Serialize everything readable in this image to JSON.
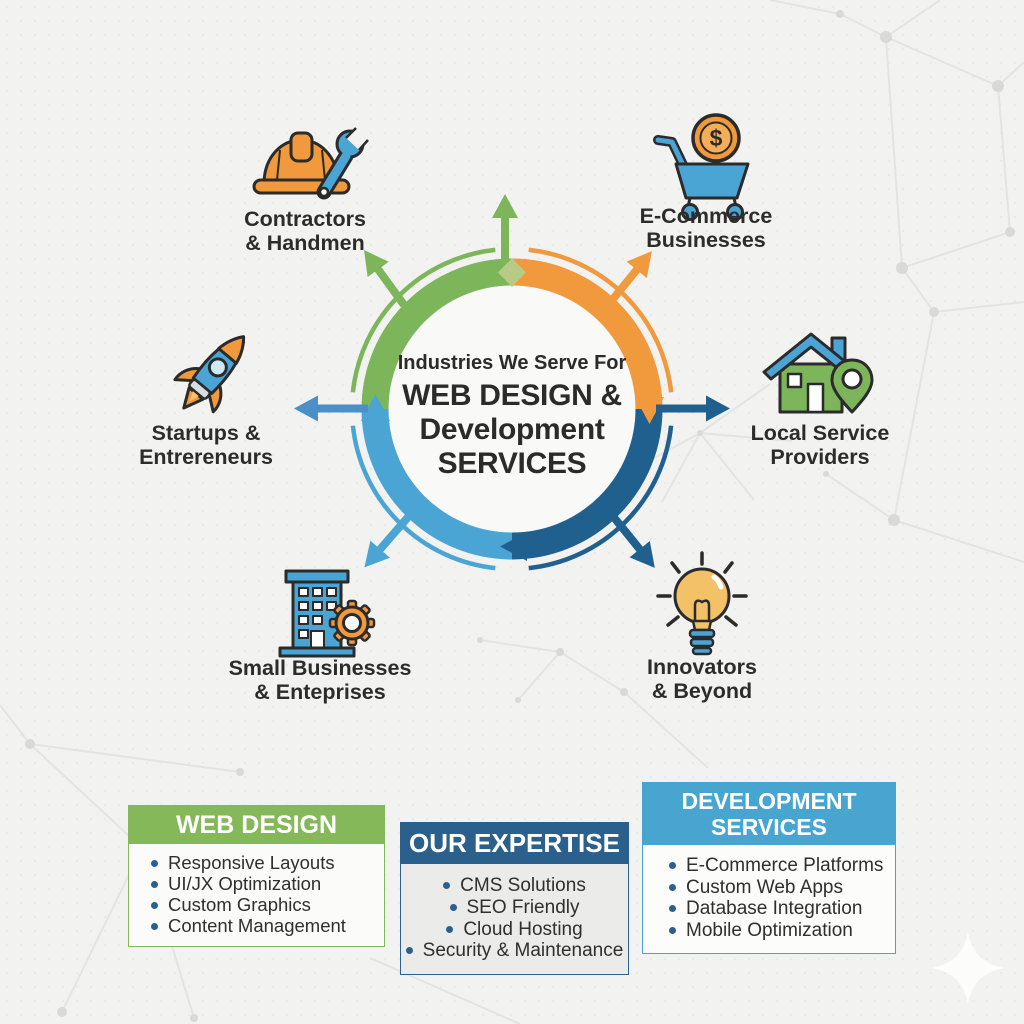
{
  "center": {
    "line1": "Industries We Serve For",
    "line2": "WEB DESIGN &",
    "line3": "Development",
    "line4": "SERVICES"
  },
  "industries": [
    {
      "id": "contractors",
      "icon": "hardhat-wrench-icon",
      "line1": "Contractors",
      "line2": "& Handmen"
    },
    {
      "id": "ecommerce",
      "icon": "shopping-cart-icon",
      "line1": "E-Commerce",
      "line2": "Businesses"
    },
    {
      "id": "startups",
      "icon": "rocket-icon",
      "line1": "Startups &",
      "line2": "Entrereneurs"
    },
    {
      "id": "local-service",
      "icon": "house-pin-icon",
      "line1": "Local Service",
      "line2": "Providers"
    },
    {
      "id": "small-businesses",
      "icon": "building-gear-icon",
      "line1": "Small Businesses",
      "line2": "& Enteprises"
    },
    {
      "id": "innovators",
      "icon": "lightbulb-icon",
      "line1": "Innovators",
      "line2": "& Beyond"
    }
  ],
  "boxes": [
    {
      "title": "WEB DESIGN",
      "items": [
        "Responsive Layouts",
        "UI/JX Optimization",
        "Custom Graphics",
        "Content Management"
      ]
    },
    {
      "title": "OUR EXPERTISE",
      "items": [
        "CMS Solutions",
        "SEO Friendly",
        "Cloud Hosting",
        "Security & Maintenance"
      ]
    },
    {
      "title_line1": "DEVELOPMENT",
      "title_line2": "SERVICES",
      "items": [
        "E-Commerce Platforms",
        "Custom Web Apps",
        "Database Integration",
        "Mobile Optimization"
      ]
    }
  ],
  "icons": {
    "cart_dollar": "$"
  },
  "colors": {
    "green": "#7db55a",
    "orange": "#f0993d",
    "dark_blue": "#20608e",
    "light_blue": "#4aa5d4",
    "mid_blue": "#4a8fc5",
    "junction_green": "#b7cb85",
    "header_green": "#85b859",
    "header_dark_blue": "#2b5f8c",
    "header_light_blue": "#47a5d0",
    "bullet": "#2b5f8e",
    "text": "#2b2b2b",
    "background": "#f2f2f1"
  }
}
